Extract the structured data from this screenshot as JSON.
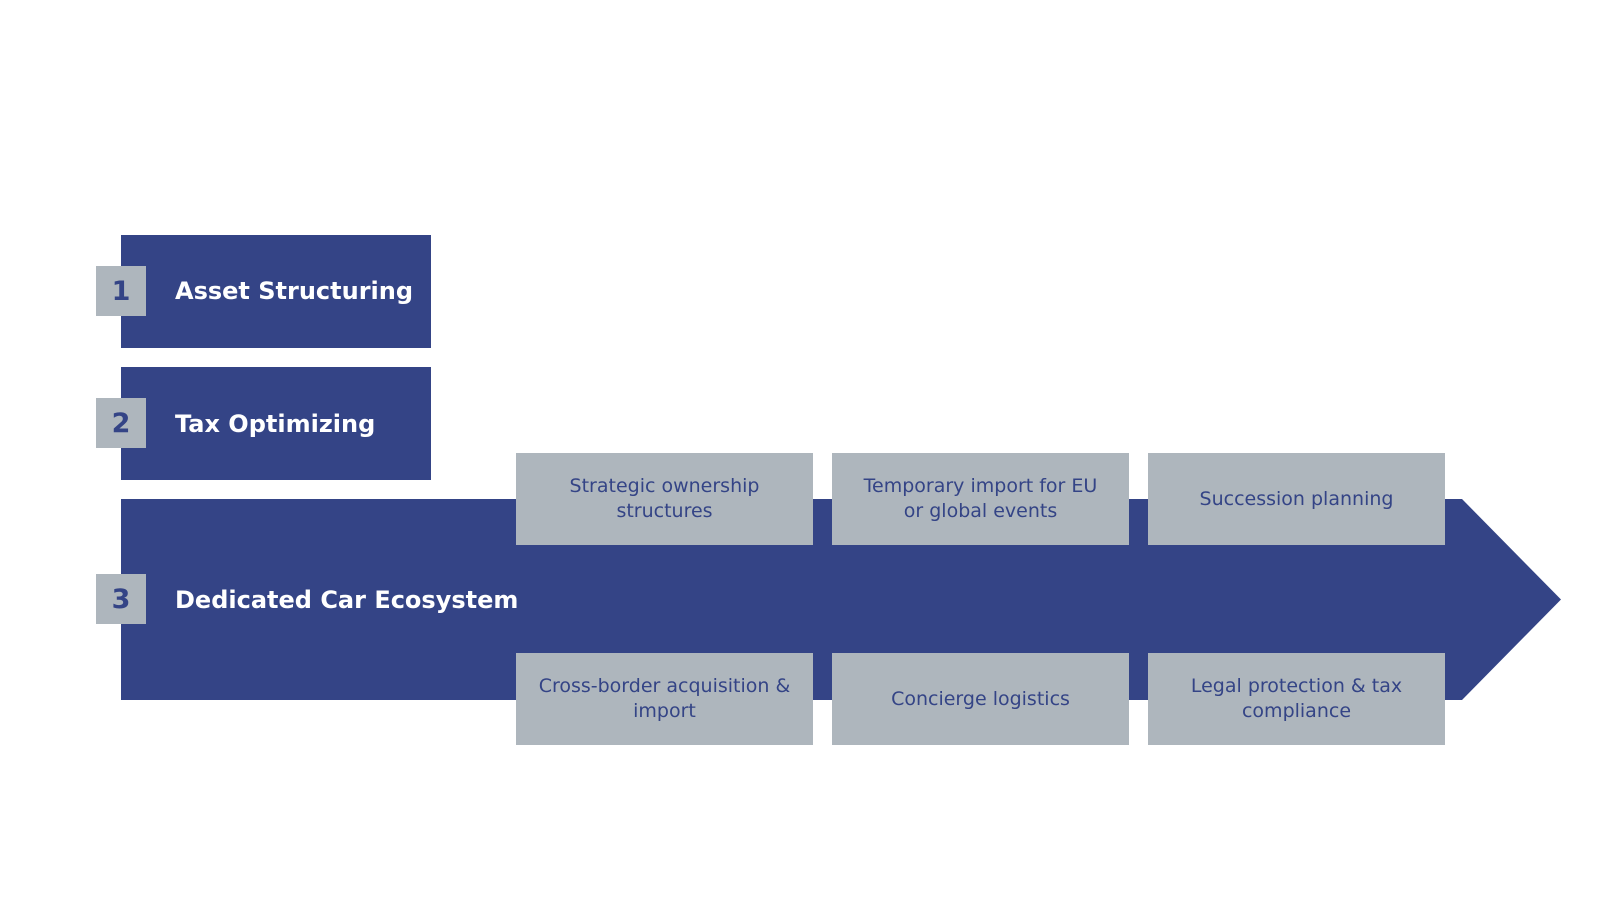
{
  "steps": [
    {
      "number": "1",
      "label": "Asset Structuring"
    },
    {
      "number": "2",
      "label": "Tax Optimizing"
    },
    {
      "number": "3",
      "label": "Dedicated Car Ecosystem"
    }
  ],
  "ecosystem": {
    "top": [
      "Strategic ownership structures",
      "Temporary import for EU or global events",
      "Succession planning"
    ],
    "bottom": [
      "Cross-border acquisition & import",
      "Concierge logistics",
      "Legal protection & tax compliance"
    ]
  },
  "colors": {
    "primary": "#344486",
    "secondary": "#aeb6bd",
    "text_on_primary": "#ffffff"
  }
}
